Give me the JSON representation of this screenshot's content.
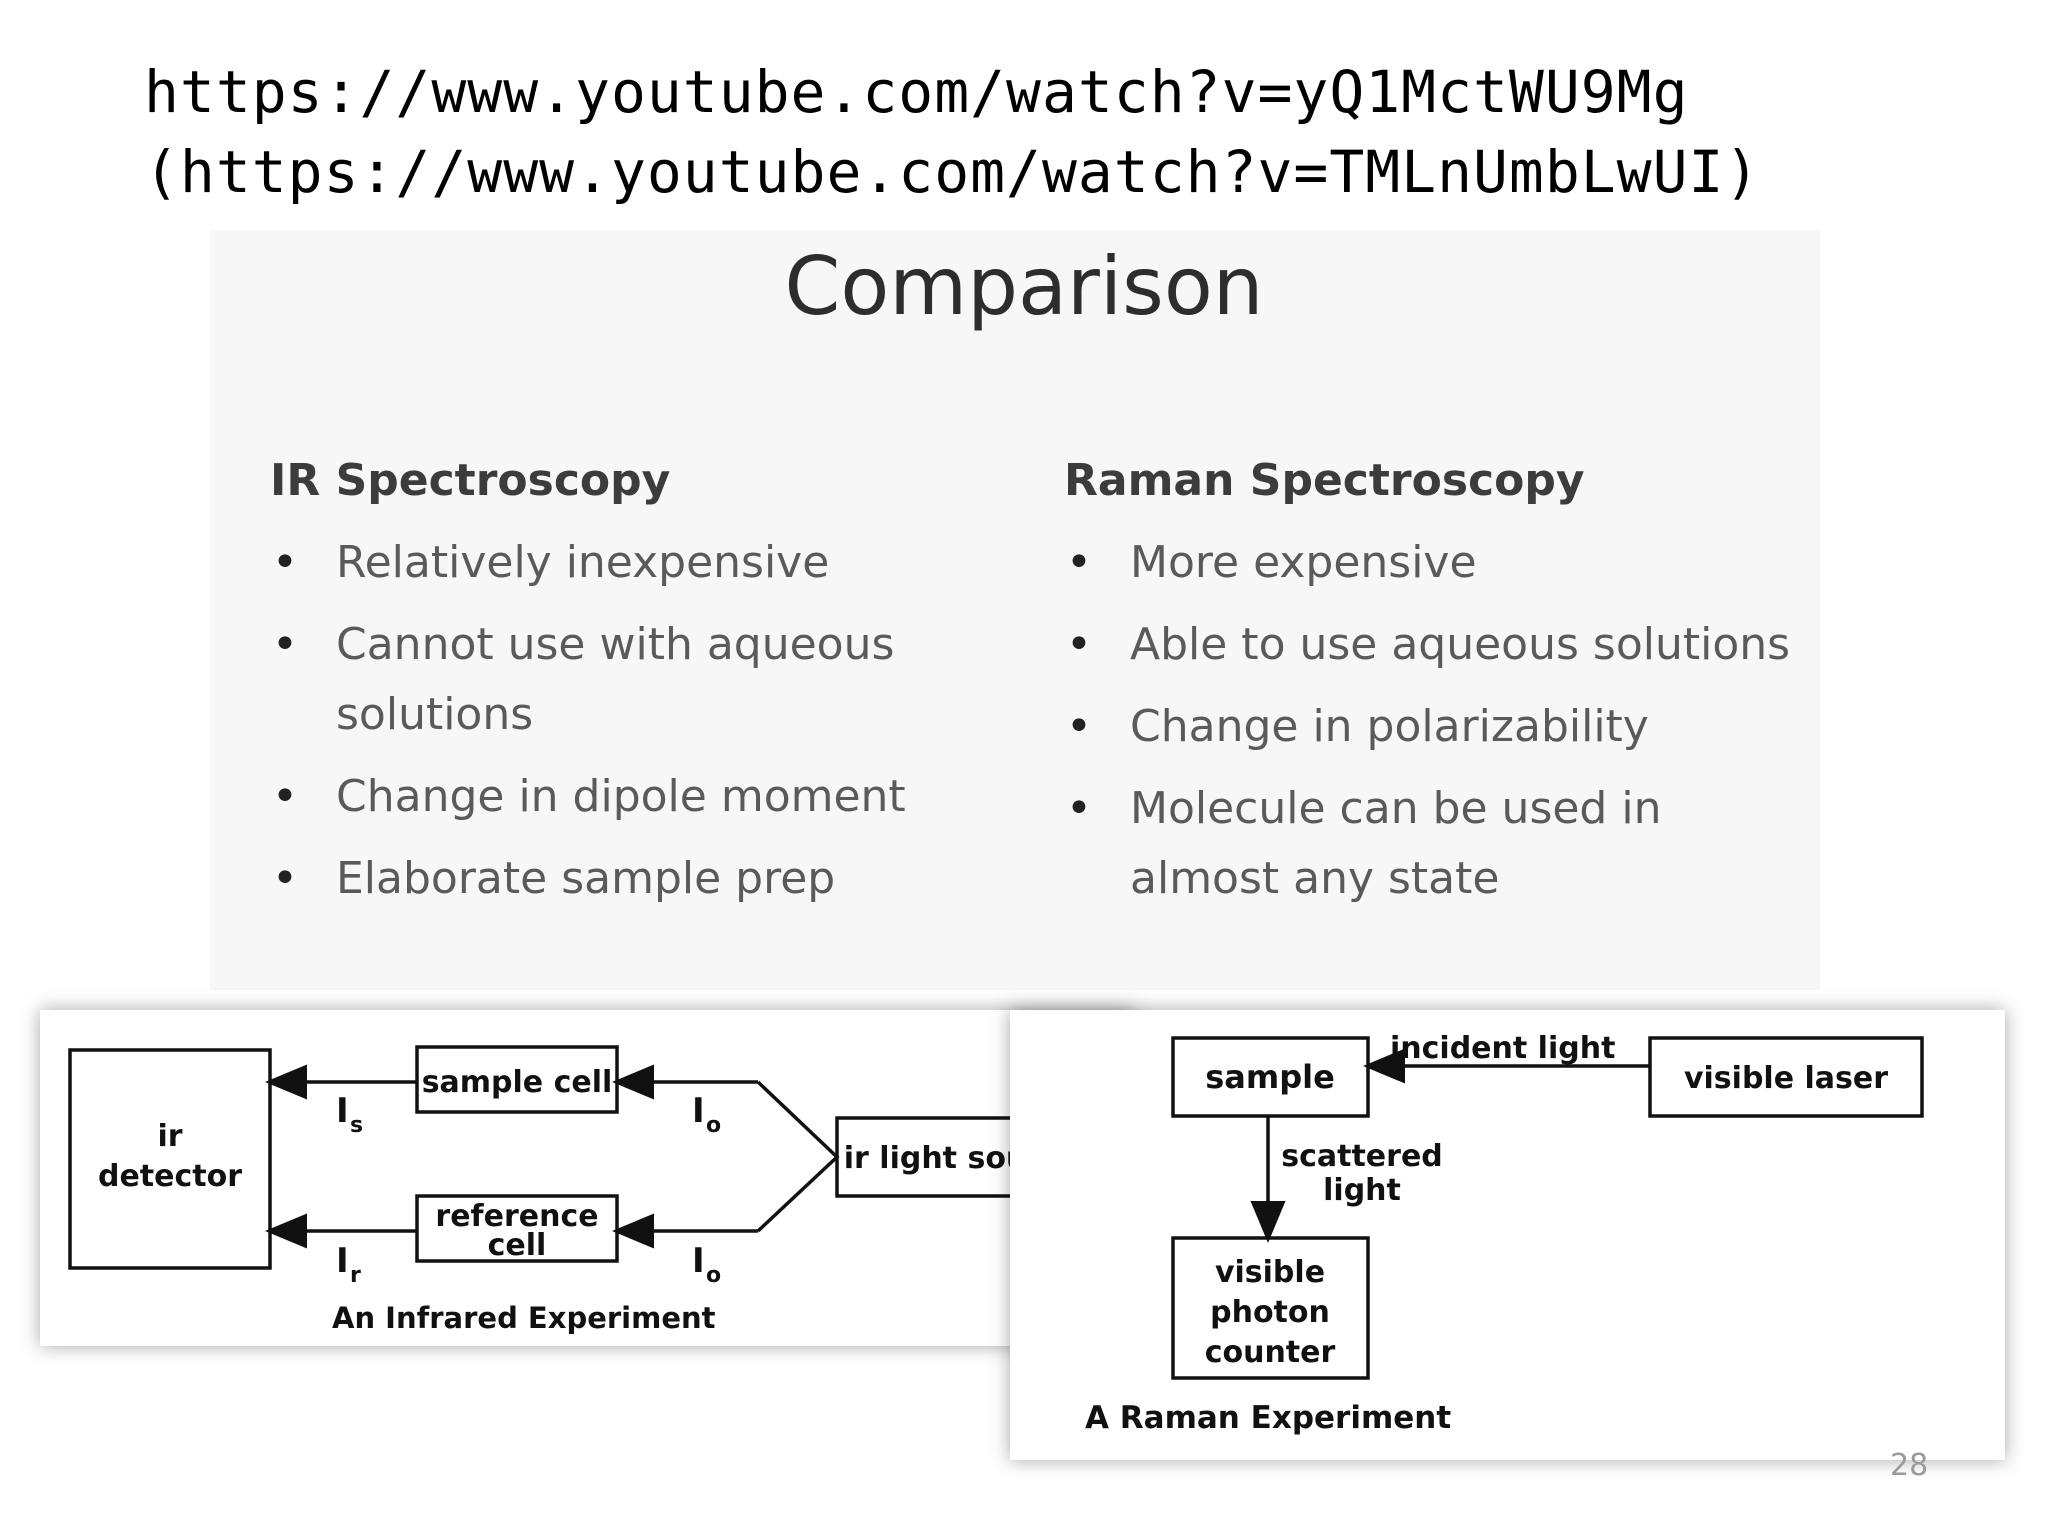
{
  "links": {
    "url1": "https://www.youtube.com/watch?v=yQ1MctWU9Mg",
    "url2": "(https://www.youtube.com/watch?v=TMLnUmbLwUI)"
  },
  "slide": {
    "title": "Comparison",
    "ir": {
      "heading": "IR Spectroscopy",
      "bullets": [
        "Relatively inexpensive",
        "Cannot use with aqueous solutions",
        "Change in dipole moment",
        "Elaborate sample prep"
      ]
    },
    "raman": {
      "heading": "Raman Spectroscopy",
      "bullets": [
        "More expensive",
        "Able to use aqueous solutions",
        "Change in polarizability",
        "Molecule can be used in almost any state"
      ]
    },
    "page_number": "28"
  },
  "ir_diagram": {
    "detector_line1": "ir",
    "detector_line2": "detector",
    "sample_cell": "sample  cell",
    "reference_line1": "reference",
    "reference_line2": "cell",
    "source": "ir light source",
    "label_is": "I",
    "label_is_sub": "s",
    "label_ir": "I",
    "label_ir_sub": "r",
    "label_io": "I",
    "label_io_sub": "o",
    "caption": "An  Infrared  Experiment"
  },
  "raman_diagram": {
    "sample": "sample",
    "incident": "incident  light",
    "laser": "visible   laser",
    "scattered_line1": "scattered",
    "scattered_line2": "light",
    "counter_line1": "visible",
    "counter_line2": "photon",
    "counter_line3": "counter",
    "caption": "A  Raman  Experiment"
  }
}
